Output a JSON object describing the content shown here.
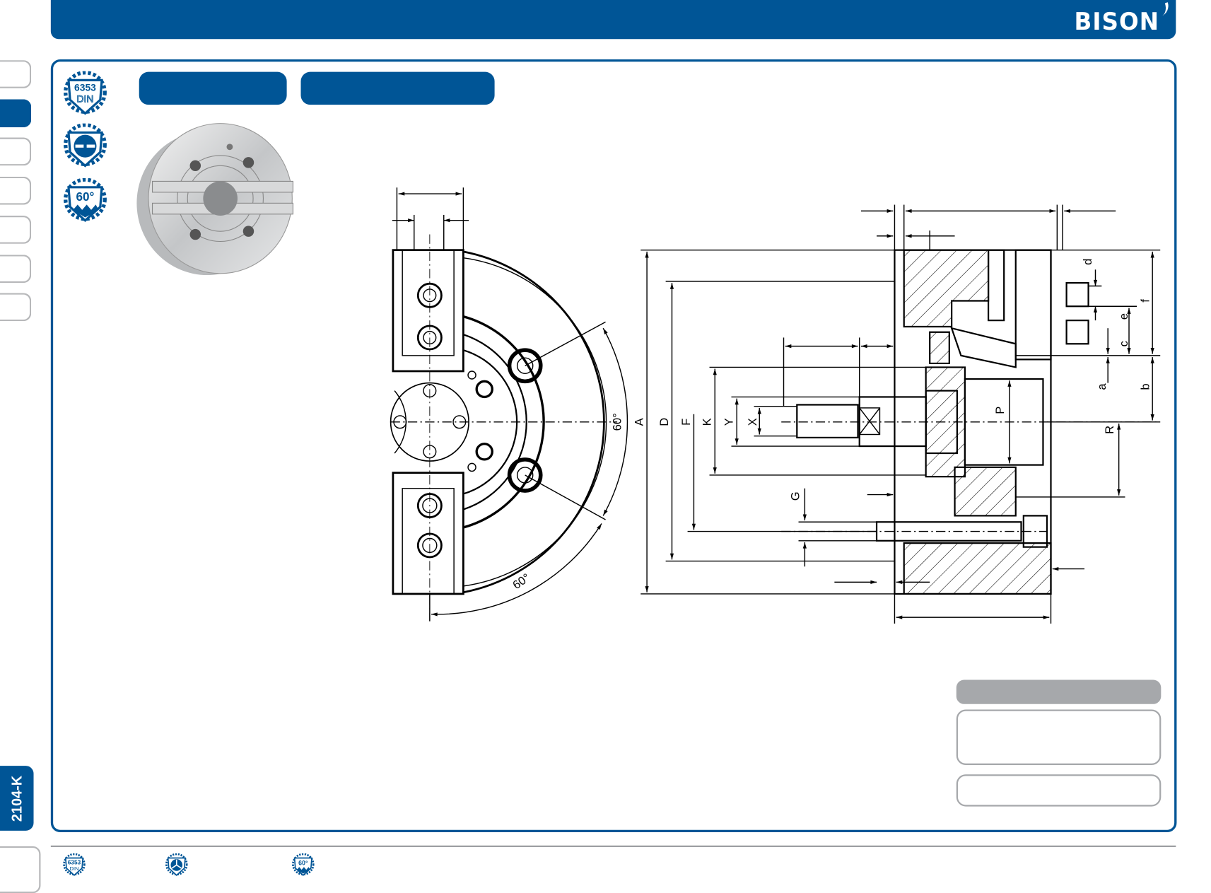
{
  "header": {
    "brand": "BISON"
  },
  "sidebar": {
    "tabs": [
      {
        "active": false
      },
      {
        "active": true
      },
      {
        "active": false
      },
      {
        "active": false
      },
      {
        "active": false
      },
      {
        "active": false
      },
      {
        "active": false
      }
    ],
    "product_code": "2104-K"
  },
  "badges": [
    {
      "icon": "din-6353-badge",
      "text_top": "6353",
      "text_bottom": "DIN"
    },
    {
      "icon": "two-jaw-badge"
    },
    {
      "icon": "serration-60-badge",
      "text": "60°"
    }
  ],
  "footer_badges": [
    {
      "icon": "din-6353-badge",
      "text_top": "6353",
      "text_bottom": "DIN"
    },
    {
      "icon": "three-jaw-badge"
    },
    {
      "icon": "serration-60-badge",
      "text": "60°"
    }
  ],
  "drawing": {
    "front_angles": [
      "60°",
      "60°"
    ],
    "dimension_labels": {
      "A": "A",
      "D": "D",
      "F": "F",
      "K": "K",
      "Y": "Y",
      "X": "X",
      "G": "G",
      "P": "P",
      "R": "R",
      "a": "a",
      "b": "b",
      "c": "c",
      "d": "d",
      "e": "e",
      "f": "f"
    }
  },
  "colors": {
    "brand": "#005596",
    "gray": "#a6a8ab"
  }
}
